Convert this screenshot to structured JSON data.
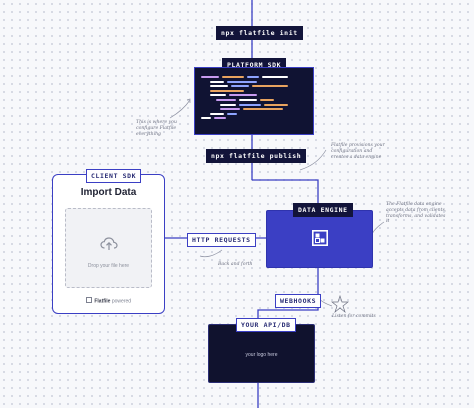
{
  "colors": {
    "accent": "#3b3fc4",
    "dark": "#12143a",
    "background": "#f7f8fb",
    "code_string": "#e8a35f",
    "code_keyword": "#c79bf0"
  },
  "steps": {
    "init_command": "npx flatfile init",
    "publish_command": "npx flatfile publish",
    "http_requests": "HTTP REQUESTS",
    "webhooks": "WEBHOOKS"
  },
  "platform_sdk": {
    "label": "PLATFORM SDK",
    "code_language": "javascript"
  },
  "client_sdk": {
    "label": "CLIENT SDK",
    "title": "Import Data",
    "drop_text": "Drop your file here",
    "upload_icon": "upload-cloud-icon",
    "powered_brand": "Flatfile",
    "powered_suffix": "powered"
  },
  "data_engine": {
    "label": "DATA ENGINE",
    "logo_icon": "flatfile-logo-icon"
  },
  "your_api": {
    "label": "YOUR API/DB",
    "placeholder": "your logo here"
  },
  "annotations": {
    "sdk_note": "This is where you configure Flatfile everything",
    "publish_note": "Flatfile provisions your configuration and creates a data engine",
    "http_note": "Back and forth",
    "engine_note": "The Flatfile data engine accepts data from clients, transforms, and validates it",
    "webhook_note": "Listen for commits"
  }
}
